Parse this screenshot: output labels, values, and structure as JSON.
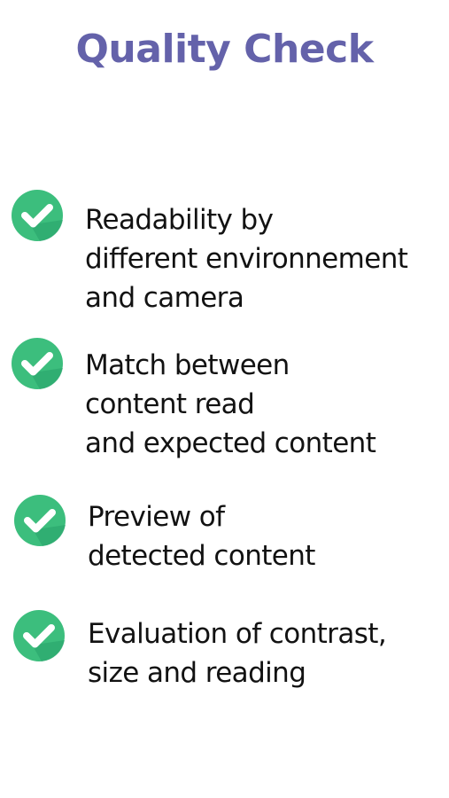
{
  "title": "Quality Check",
  "colors": {
    "title": "#6462aa",
    "check_circle": "#3cbe7d",
    "check_shadow": "#27a169",
    "check_mark": "#ffffff",
    "text": "#121212"
  },
  "items": [
    {
      "icon": "check-circle-icon",
      "lines": [
        "Readability by",
        "different environnement",
        "and camera"
      ]
    },
    {
      "icon": "check-circle-icon",
      "lines": [
        "Match between",
        "content read",
        "and expected content"
      ]
    },
    {
      "icon": "check-circle-icon",
      "lines": [
        "Preview of",
        "detected content"
      ]
    },
    {
      "icon": "check-circle-icon",
      "lines": [
        "Evaluation of contrast,",
        "size and reading"
      ]
    }
  ]
}
